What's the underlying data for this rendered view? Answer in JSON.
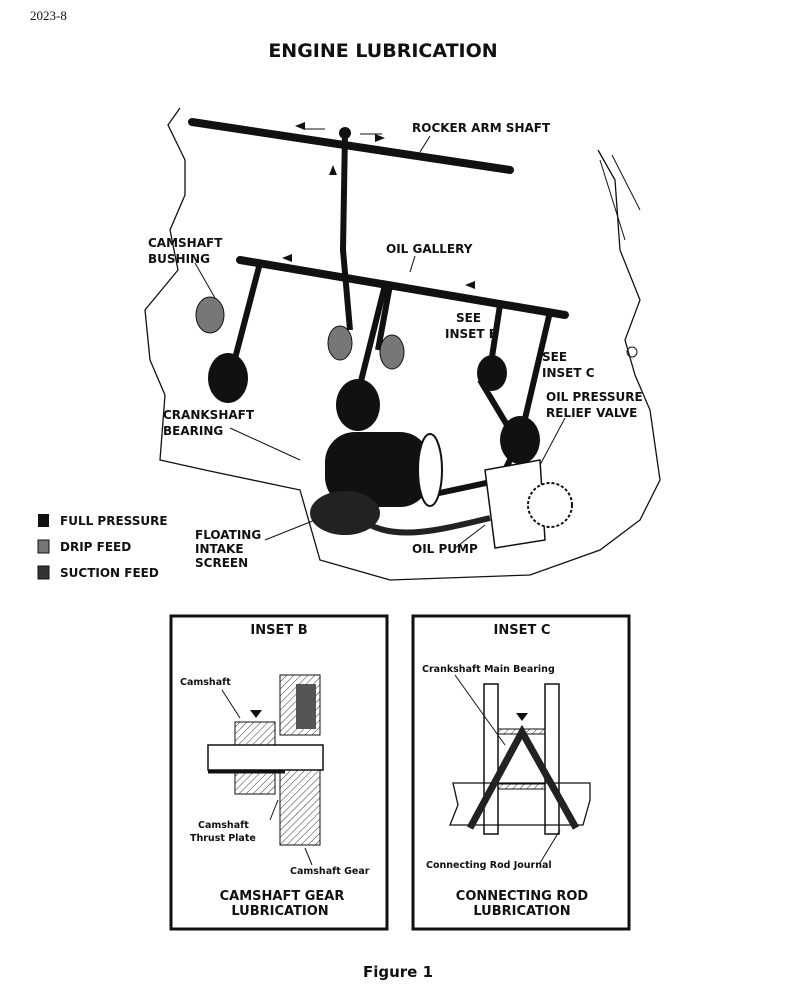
{
  "page_number": "2023-8",
  "title": "ENGINE LUBRICATION",
  "main_labels": {
    "rocker_arm_shaft": "ROCKER ARM SHAFT",
    "camshaft_bushing": [
      "CAMSHAFT",
      "BUSHING"
    ],
    "oil_gallery": "OIL GALLERY",
    "see_inset_b": [
      "SEE",
      "INSET B"
    ],
    "see_inset_c": [
      "SEE",
      "INSET C"
    ],
    "oil_pressure_relief_valve": [
      "OIL PRESSURE",
      "RELIEF VALVE"
    ],
    "crankshaft_bearing": [
      "CRANKSHAFT",
      "BEARING"
    ],
    "floating_intake_screen": [
      "FLOATING",
      "INTAKE",
      "SCREEN"
    ],
    "oil_pump": "OIL PUMP"
  },
  "legend": [
    {
      "label": "FULL PRESSURE",
      "color": "#111111"
    },
    {
      "label": "DRIP FEED",
      "color": "#777777"
    },
    {
      "label": "SUCTION FEED",
      "color": "#333333"
    }
  ],
  "inset_b": {
    "heading": "INSET B",
    "camshaft": "Camshaft",
    "thrust_plate": [
      "Camshaft",
      "Thrust Plate"
    ],
    "gear": "Camshaft Gear",
    "caption": [
      "CAMSHAFT GEAR",
      "LUBRICATION"
    ]
  },
  "inset_c": {
    "heading": "INSET C",
    "main_bearing": "Crankshaft Main Bearing",
    "journal": "Connecting Rod Journal",
    "caption": [
      "CONNECTING ROD",
      "LUBRICATION"
    ]
  },
  "figure_caption": "Figure 1"
}
